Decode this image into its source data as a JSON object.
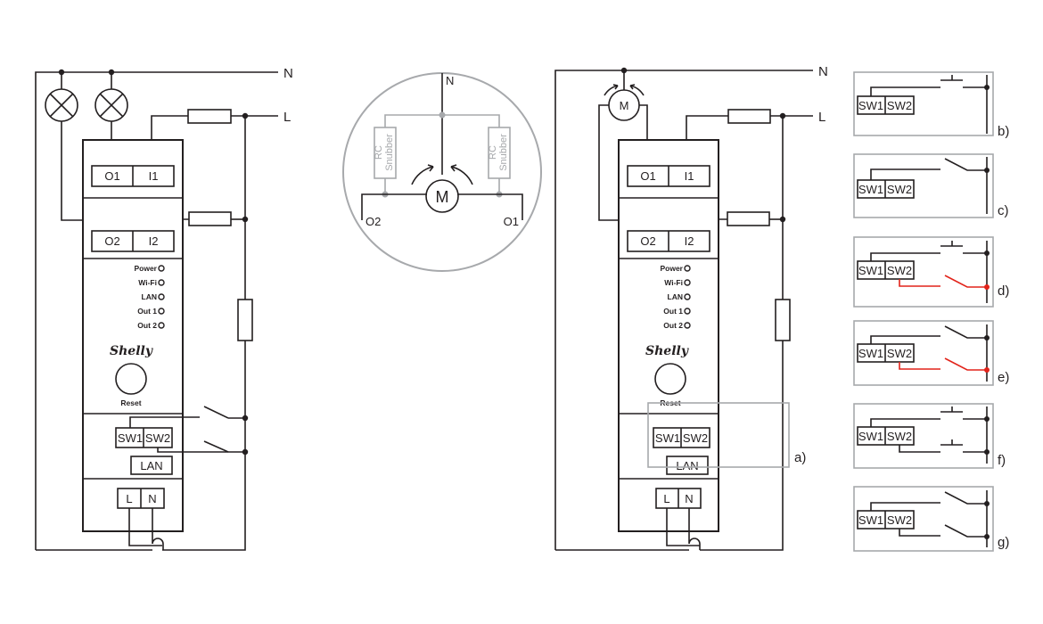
{
  "lines": {
    "neutral": "N",
    "live": "L"
  },
  "device": {
    "output_1": "O1",
    "input_1": "I1",
    "output_2": "O2",
    "input_2": "I2",
    "leds": [
      "Power",
      "Wi-Fi",
      "LAN",
      "Out 1",
      "Out 2"
    ],
    "brand": "Shelly",
    "reset": "Reset",
    "sw1": "SW1",
    "sw2": "SW2",
    "lan": "LAN",
    "terminal_l": "L",
    "terminal_n": "N"
  },
  "detail": {
    "neutral": "N",
    "motor": "M",
    "snubber_left": [
      "RC",
      "Snubber"
    ],
    "snubber_right": [
      "RC",
      "Snubber"
    ],
    "out_left": "O2",
    "out_right": "O1"
  },
  "motor_label": "M",
  "switch_labels": [
    "a)",
    "b)",
    "c)",
    "d)",
    "e)",
    "f)",
    "g)"
  ],
  "colors": {
    "wire": "#231f20",
    "snubber": "#a7a9ac",
    "highlight": "#e2231a"
  }
}
